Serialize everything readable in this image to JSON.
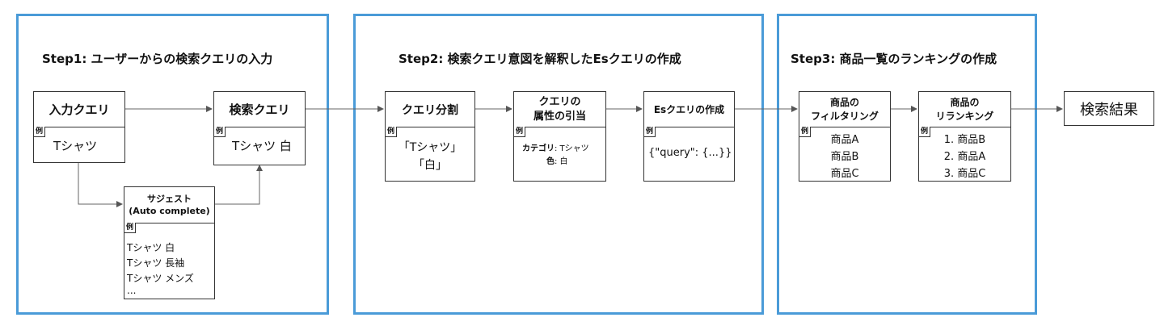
{
  "steps": [
    {
      "title": "Step1: ユーザーからの検索クエリの入力"
    },
    {
      "title": "Step2: 検索クエリ意図を解釈したEsクエリの作成"
    },
    {
      "title": "Step3: 商品一覧のランキングの作成"
    }
  ],
  "example_tag": "例",
  "input_query": {
    "header": "入力クエリ",
    "example": "Tシャツ"
  },
  "search_query": {
    "header": "検索クエリ",
    "example": "Tシャツ 白"
  },
  "suggest": {
    "header_line1": "サジェスト",
    "header_line2": "(Auto complete)",
    "items": [
      "Tシャツ 白",
      "Tシャツ 長袖",
      "Tシャツ メンズ",
      "..."
    ]
  },
  "query_split": {
    "header": "クエリ分割",
    "items": [
      "「Tシャツ」",
      "「白」"
    ]
  },
  "attr_lookup": {
    "header_line1": "クエリの",
    "header_line2": "属性の引当",
    "rows": [
      {
        "key": "カテゴリ",
        "value": ": Tシャツ"
      },
      {
        "key": "色",
        "value": ": 白"
      }
    ]
  },
  "es_query": {
    "header": "Esクエリの作成",
    "example": "{\"query\": {...}}"
  },
  "filtering": {
    "header_line1": "商品の",
    "header_line2": "フィルタリング",
    "items": [
      "商品A",
      "商品B",
      "商品C"
    ]
  },
  "reranking": {
    "header_line1": "商品の",
    "header_line2": "リランキング",
    "items": [
      "1. 商品B",
      "2. 商品A",
      "3. 商品C"
    ]
  },
  "result": {
    "label": "検索結果"
  },
  "colors": {
    "panel_border": "#4a9bd8",
    "line": "#666666",
    "box_border": "#333333"
  }
}
